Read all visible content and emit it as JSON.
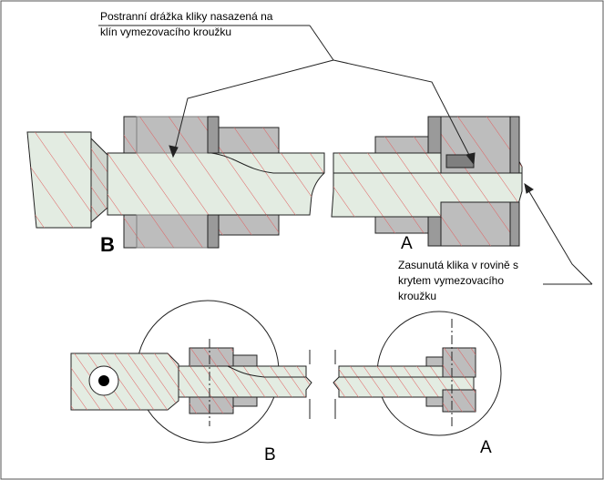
{
  "annotations": {
    "top_note": "Postranní drážka kliky nasazená na\nklín vymezovacího kroužku",
    "right_note": "Zasunutá klika v rovině s\nkrytem vymezovacího\nkroužku"
  },
  "labels": {
    "top_b": "B",
    "top_a": "A",
    "bottom_b": "B",
    "bottom_a": "A"
  },
  "colors": {
    "shaft": "#e3ece2",
    "ring": "#bdbdbd",
    "ring_dark": "#7f7f7f",
    "hatch": "#e06060",
    "outline": "#222222"
  }
}
